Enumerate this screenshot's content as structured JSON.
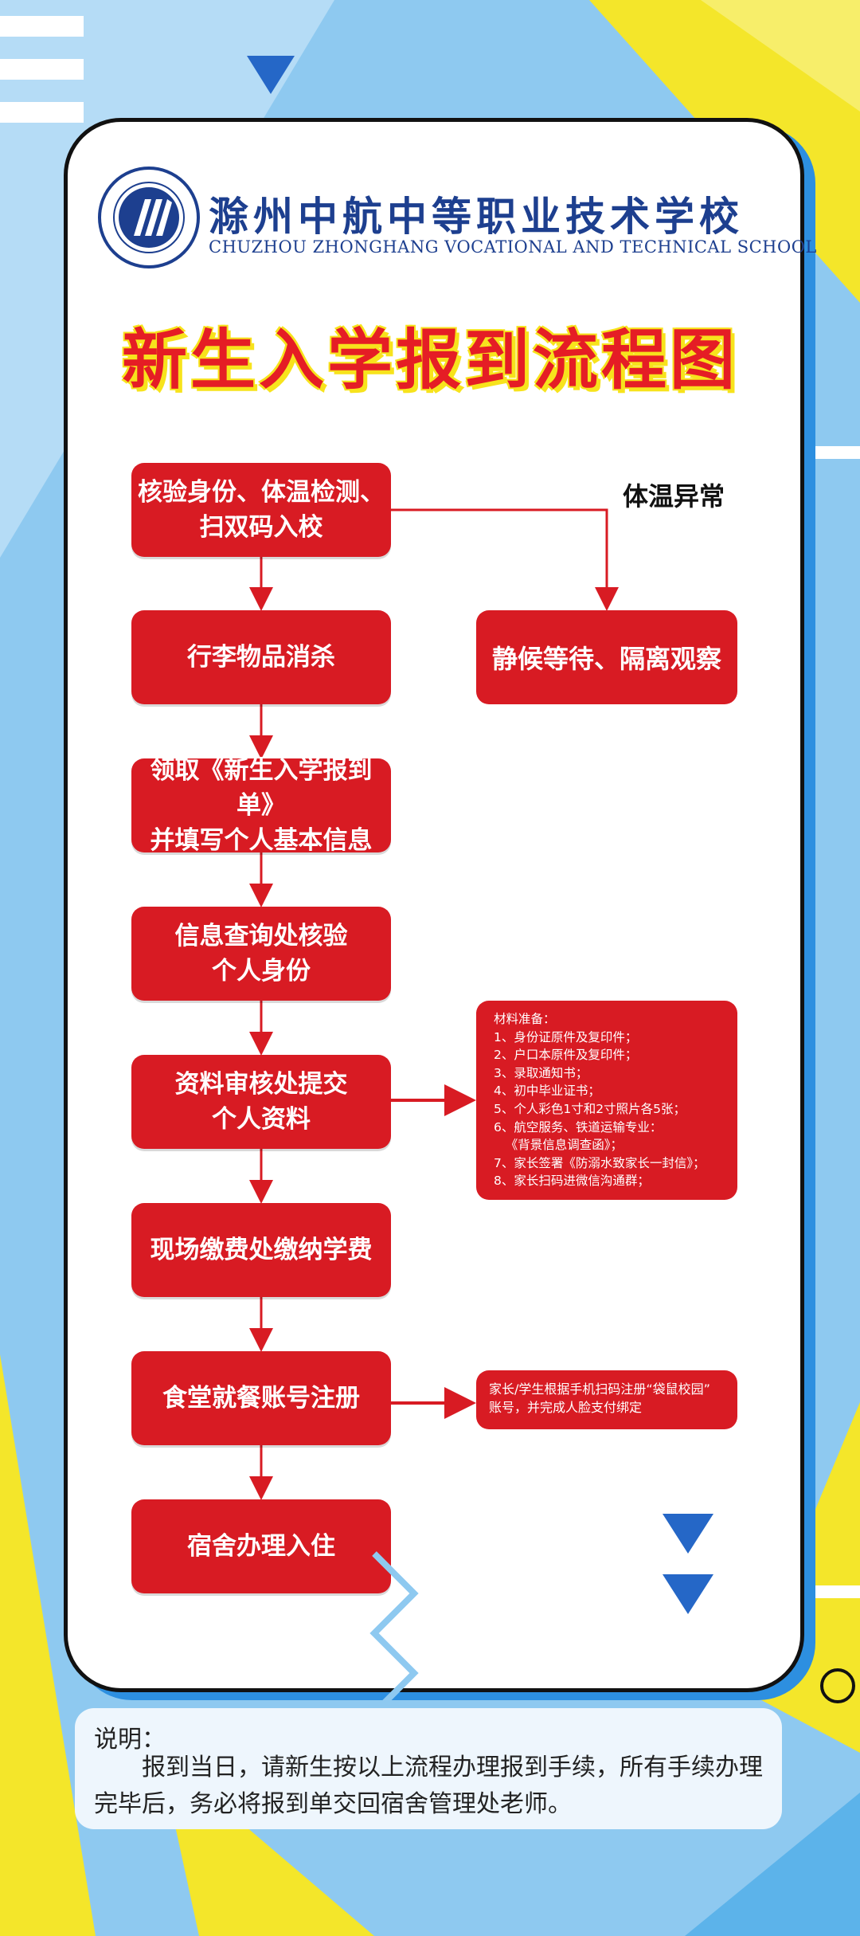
{
  "school": {
    "name_cn": "滁州中航中等职业技术学校",
    "name_en": "CHUZHOU ZHONGHANG VOCATIONAL AND TECHNICAL SCHOOL"
  },
  "title": "新生入学报到流程图",
  "steps": [
    {
      "label": "核验身份、体温检测、\n扫双码入校"
    },
    {
      "label": "行李物品消杀"
    },
    {
      "label": "领取《新生入学报到单》\n并填写个人基本信息"
    },
    {
      "label": "信息查询处核验\n个人身份"
    },
    {
      "label": "资料审核处提交\n个人资料"
    },
    {
      "label": "现场缴费处缴纳学费"
    },
    {
      "label": "食堂就餐账号注册"
    },
    {
      "label": "宿舍办理入住"
    }
  ],
  "branch": {
    "condition": "体温异常",
    "action": "静候等待、隔离观察"
  },
  "materials": {
    "title": "材料准备：",
    "items": [
      "1、身份证原件及复印件；",
      "2、户口本原件及复印件；",
      "3、录取通知书；",
      "4、初中毕业证书；",
      "5、个人彩色1寸和2寸照片各5张；",
      "6、航空服务、铁道运输专业：",
      "   《背景信息调查函》；",
      "7、家长签署《防溺水致家长一封信》；",
      "8、家长扫码进微信沟通群；"
    ]
  },
  "canteen_note": {
    "line1": "家长/学生根据手机扫码注册“袋鼠校园”",
    "line2": "账号，并完成人脸支付绑定"
  },
  "note": {
    "title": "说明：",
    "body": "报到当日，请新生按以上流程办理报到手续，所有手续办理完毕后，务必将报到单交回宿舍管理处老师。"
  },
  "colors": {
    "primary_red": "#d81b23",
    "title_red": "#e51d25",
    "title_shadow_yellow": "#f7e31c",
    "school_blue": "#1d3f8f",
    "background_blue": "#8ec9f0",
    "accent_yellow": "#f4e62a",
    "accent_blue": "#2d8fe0"
  }
}
